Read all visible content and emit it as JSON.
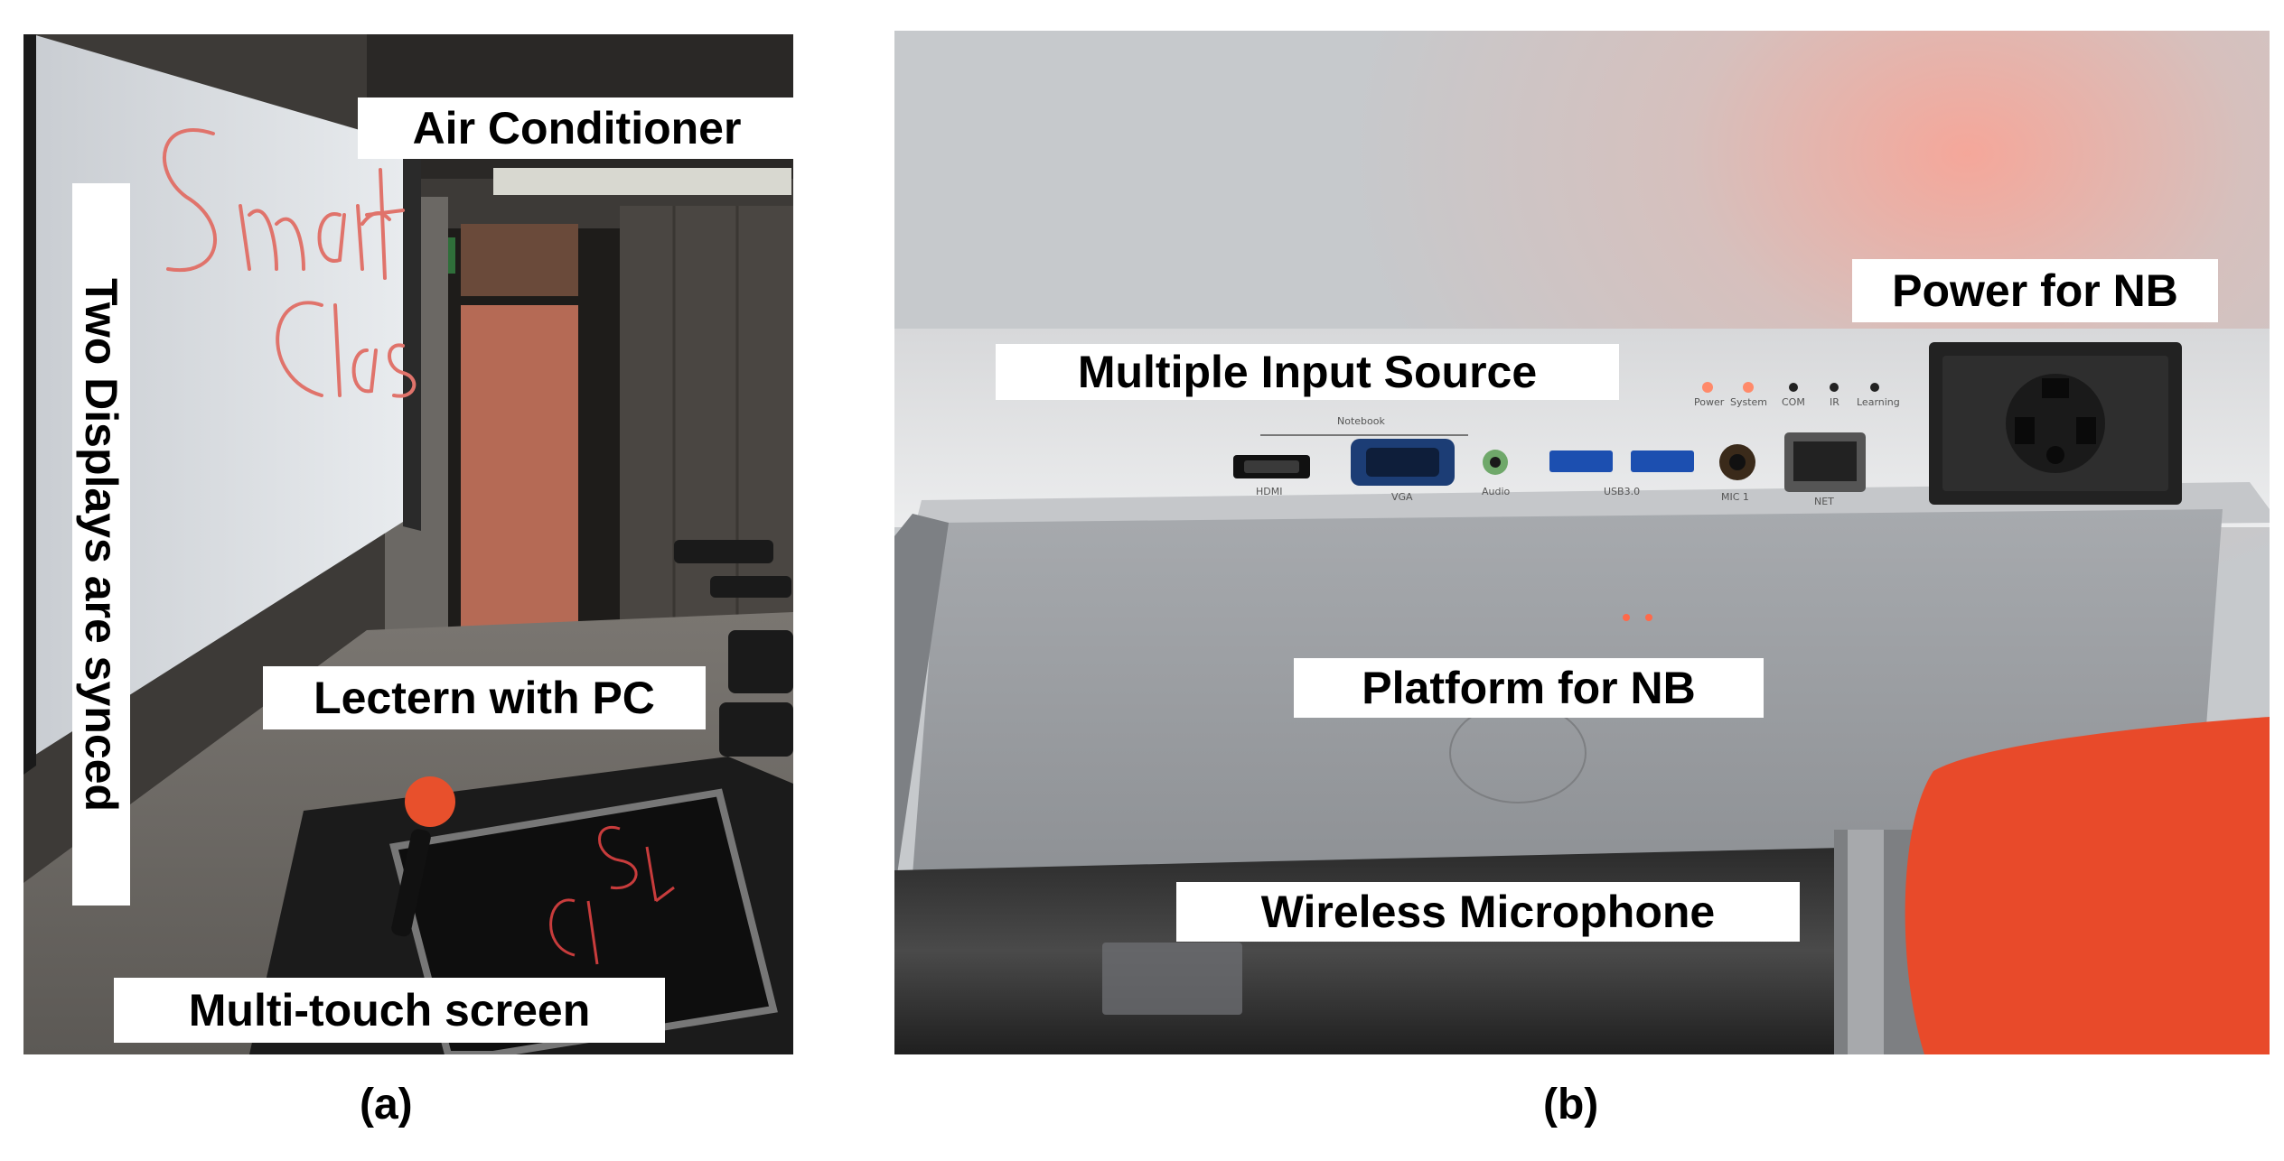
{
  "panel_a": {
    "labels": {
      "air_conditioner": "Air Conditioner",
      "two_displays": "Two Displays are synced",
      "lectern": "Lectern with PC",
      "multitouch": "Multi-touch screen"
    },
    "caption": "(a)"
  },
  "panel_b": {
    "labels": {
      "power_nb": "Power for NB",
      "multiple_input": "Multiple Input Source",
      "platform_nb": "Platform for NB",
      "wireless_mic": "Wireless Microphone"
    },
    "ports": {
      "notebook": "Notebook",
      "hdmi": "HDMI",
      "vga": "VGA",
      "audio": "Audio",
      "usb": "USB3.0",
      "mic": "MIC 1",
      "net": "NET",
      "power": "Power",
      "system": "System",
      "com": "COM",
      "ir": "IR",
      "learning": "Learning"
    },
    "caption": "(b)"
  }
}
